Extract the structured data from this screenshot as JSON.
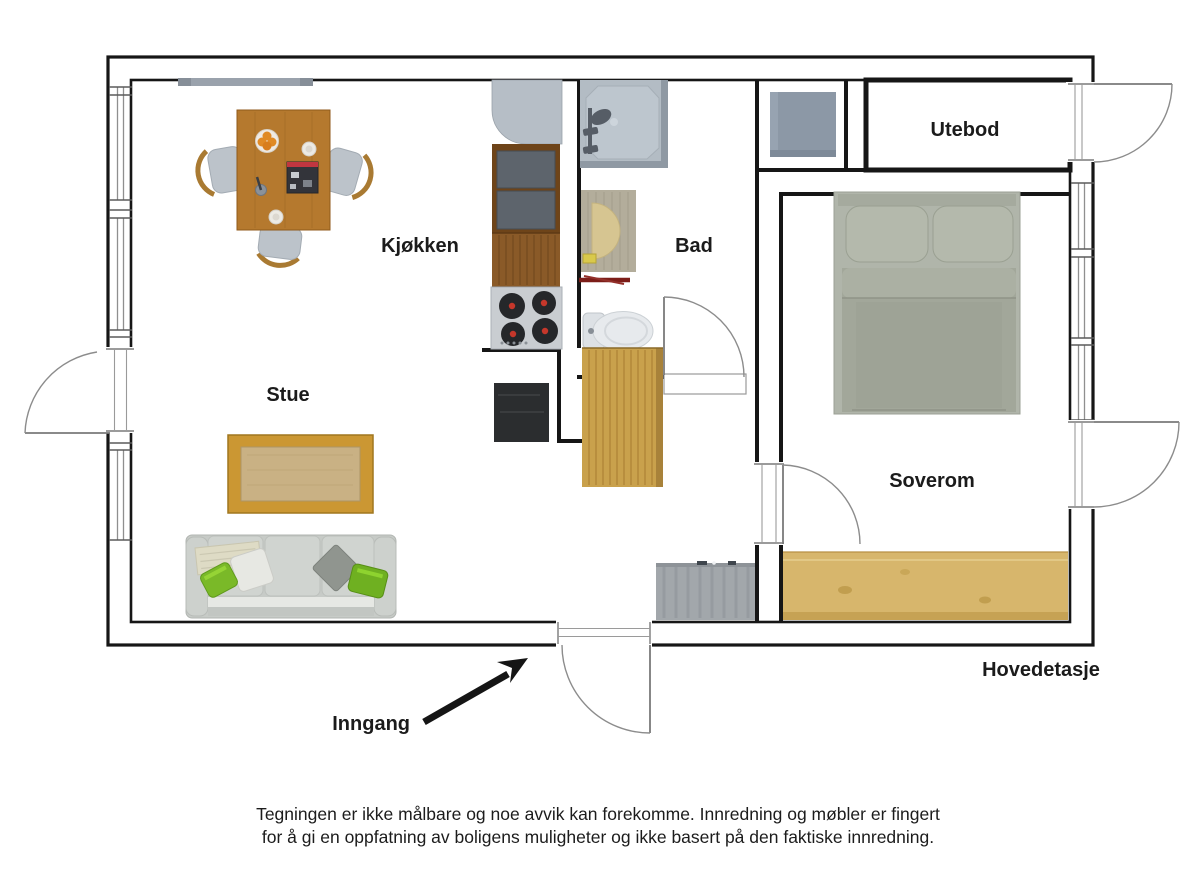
{
  "labels": {
    "kitchen": "Kjøkken",
    "bathroom": "Bad",
    "living_room": "Stue",
    "bedroom": "Soverom",
    "storage": "Utebod",
    "floor": "Hovedetasje",
    "entrance": "Inngang"
  },
  "disclaimer": {
    "line1": "Tegningen er ikke målbare og noe avvik kan forekomme. Innredning og møbler er fingert",
    "line2": "for å gi en oppfatning av boligens muligheter og ikke basert på den faktiske innredning."
  },
  "colors": {
    "wall": "#161616",
    "door_arc": "#8c8c8c",
    "wood_table": "#b5792e",
    "wood_bench": "#d7b66c",
    "wood_cabinet": "#c9a14c",
    "counter_dark": "#6e4419",
    "counter_mid": "#8a5a28",
    "appliance_gray": "#c9cdd1",
    "fixture_gray": "#b6bec6",
    "sofa_gray": "#c7cbc7",
    "accent_green": "#7ab928",
    "bed_gray": "#b0b5aa",
    "dresser_blue_gray": "#8c98a6",
    "mat_black": "#2b2d2f",
    "coffee_table_frame": "#cb9733",
    "text": "#1b1b1b"
  }
}
